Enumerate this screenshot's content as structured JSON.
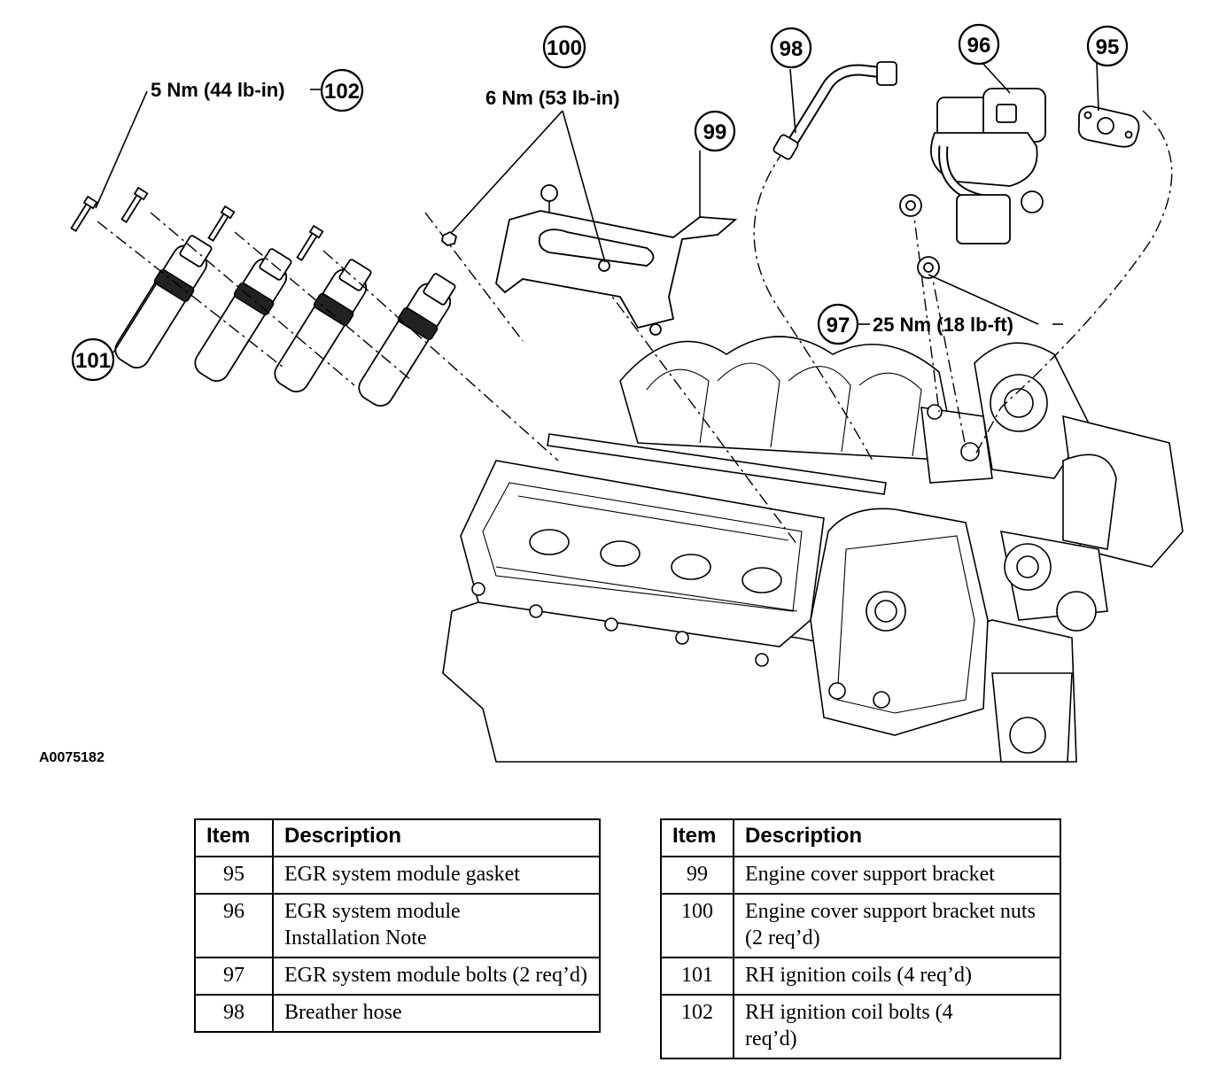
{
  "figure": {
    "id": "A0075182",
    "callouts": [
      {
        "num": "95"
      },
      {
        "num": "96"
      },
      {
        "num": "97",
        "torque": "25 Nm (18 lb-ft)"
      },
      {
        "num": "98"
      },
      {
        "num": "99"
      },
      {
        "num": "100",
        "torque": "6 Nm (53 lb-in)"
      },
      {
        "num": "101"
      },
      {
        "num": "102",
        "torque": "5 Nm (44 lb-in)"
      }
    ]
  },
  "tables": [
    {
      "headers": {
        "item": "Item",
        "description": "Description"
      },
      "rows": [
        {
          "item": "95",
          "description": "EGR system module gasket"
        },
        {
          "item": "96",
          "description": "EGR system module Installation Note"
        },
        {
          "item": "97",
          "description": "EGR system module bolts (2 req’d)"
        },
        {
          "item": "98",
          "description": "Breather hose"
        }
      ]
    },
    {
      "headers": {
        "item": "Item",
        "description": "Description"
      },
      "rows": [
        {
          "item": "99",
          "description": "Engine cover support bracket"
        },
        {
          "item": "100",
          "description": "Engine cover support bracket nuts (2 req’d)"
        },
        {
          "item": "101",
          "description": "RH ignition coils (4 req’d)"
        },
        {
          "item": "102",
          "description": "RH ignition coil bolts (4 req’d)"
        }
      ]
    }
  ]
}
